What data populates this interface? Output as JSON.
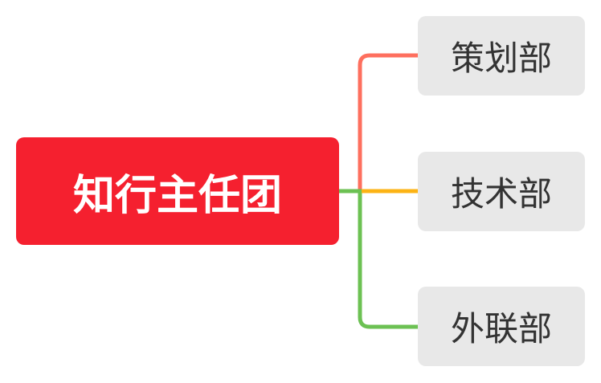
{
  "root": {
    "label": "知行主任团",
    "color": "#f5202f"
  },
  "children": [
    {
      "label": "策划部",
      "line_color": "#fe6f5e"
    },
    {
      "label": "技术部",
      "line_color": "#fcb314"
    },
    {
      "label": "外联部",
      "line_color": "#6cc153"
    }
  ]
}
